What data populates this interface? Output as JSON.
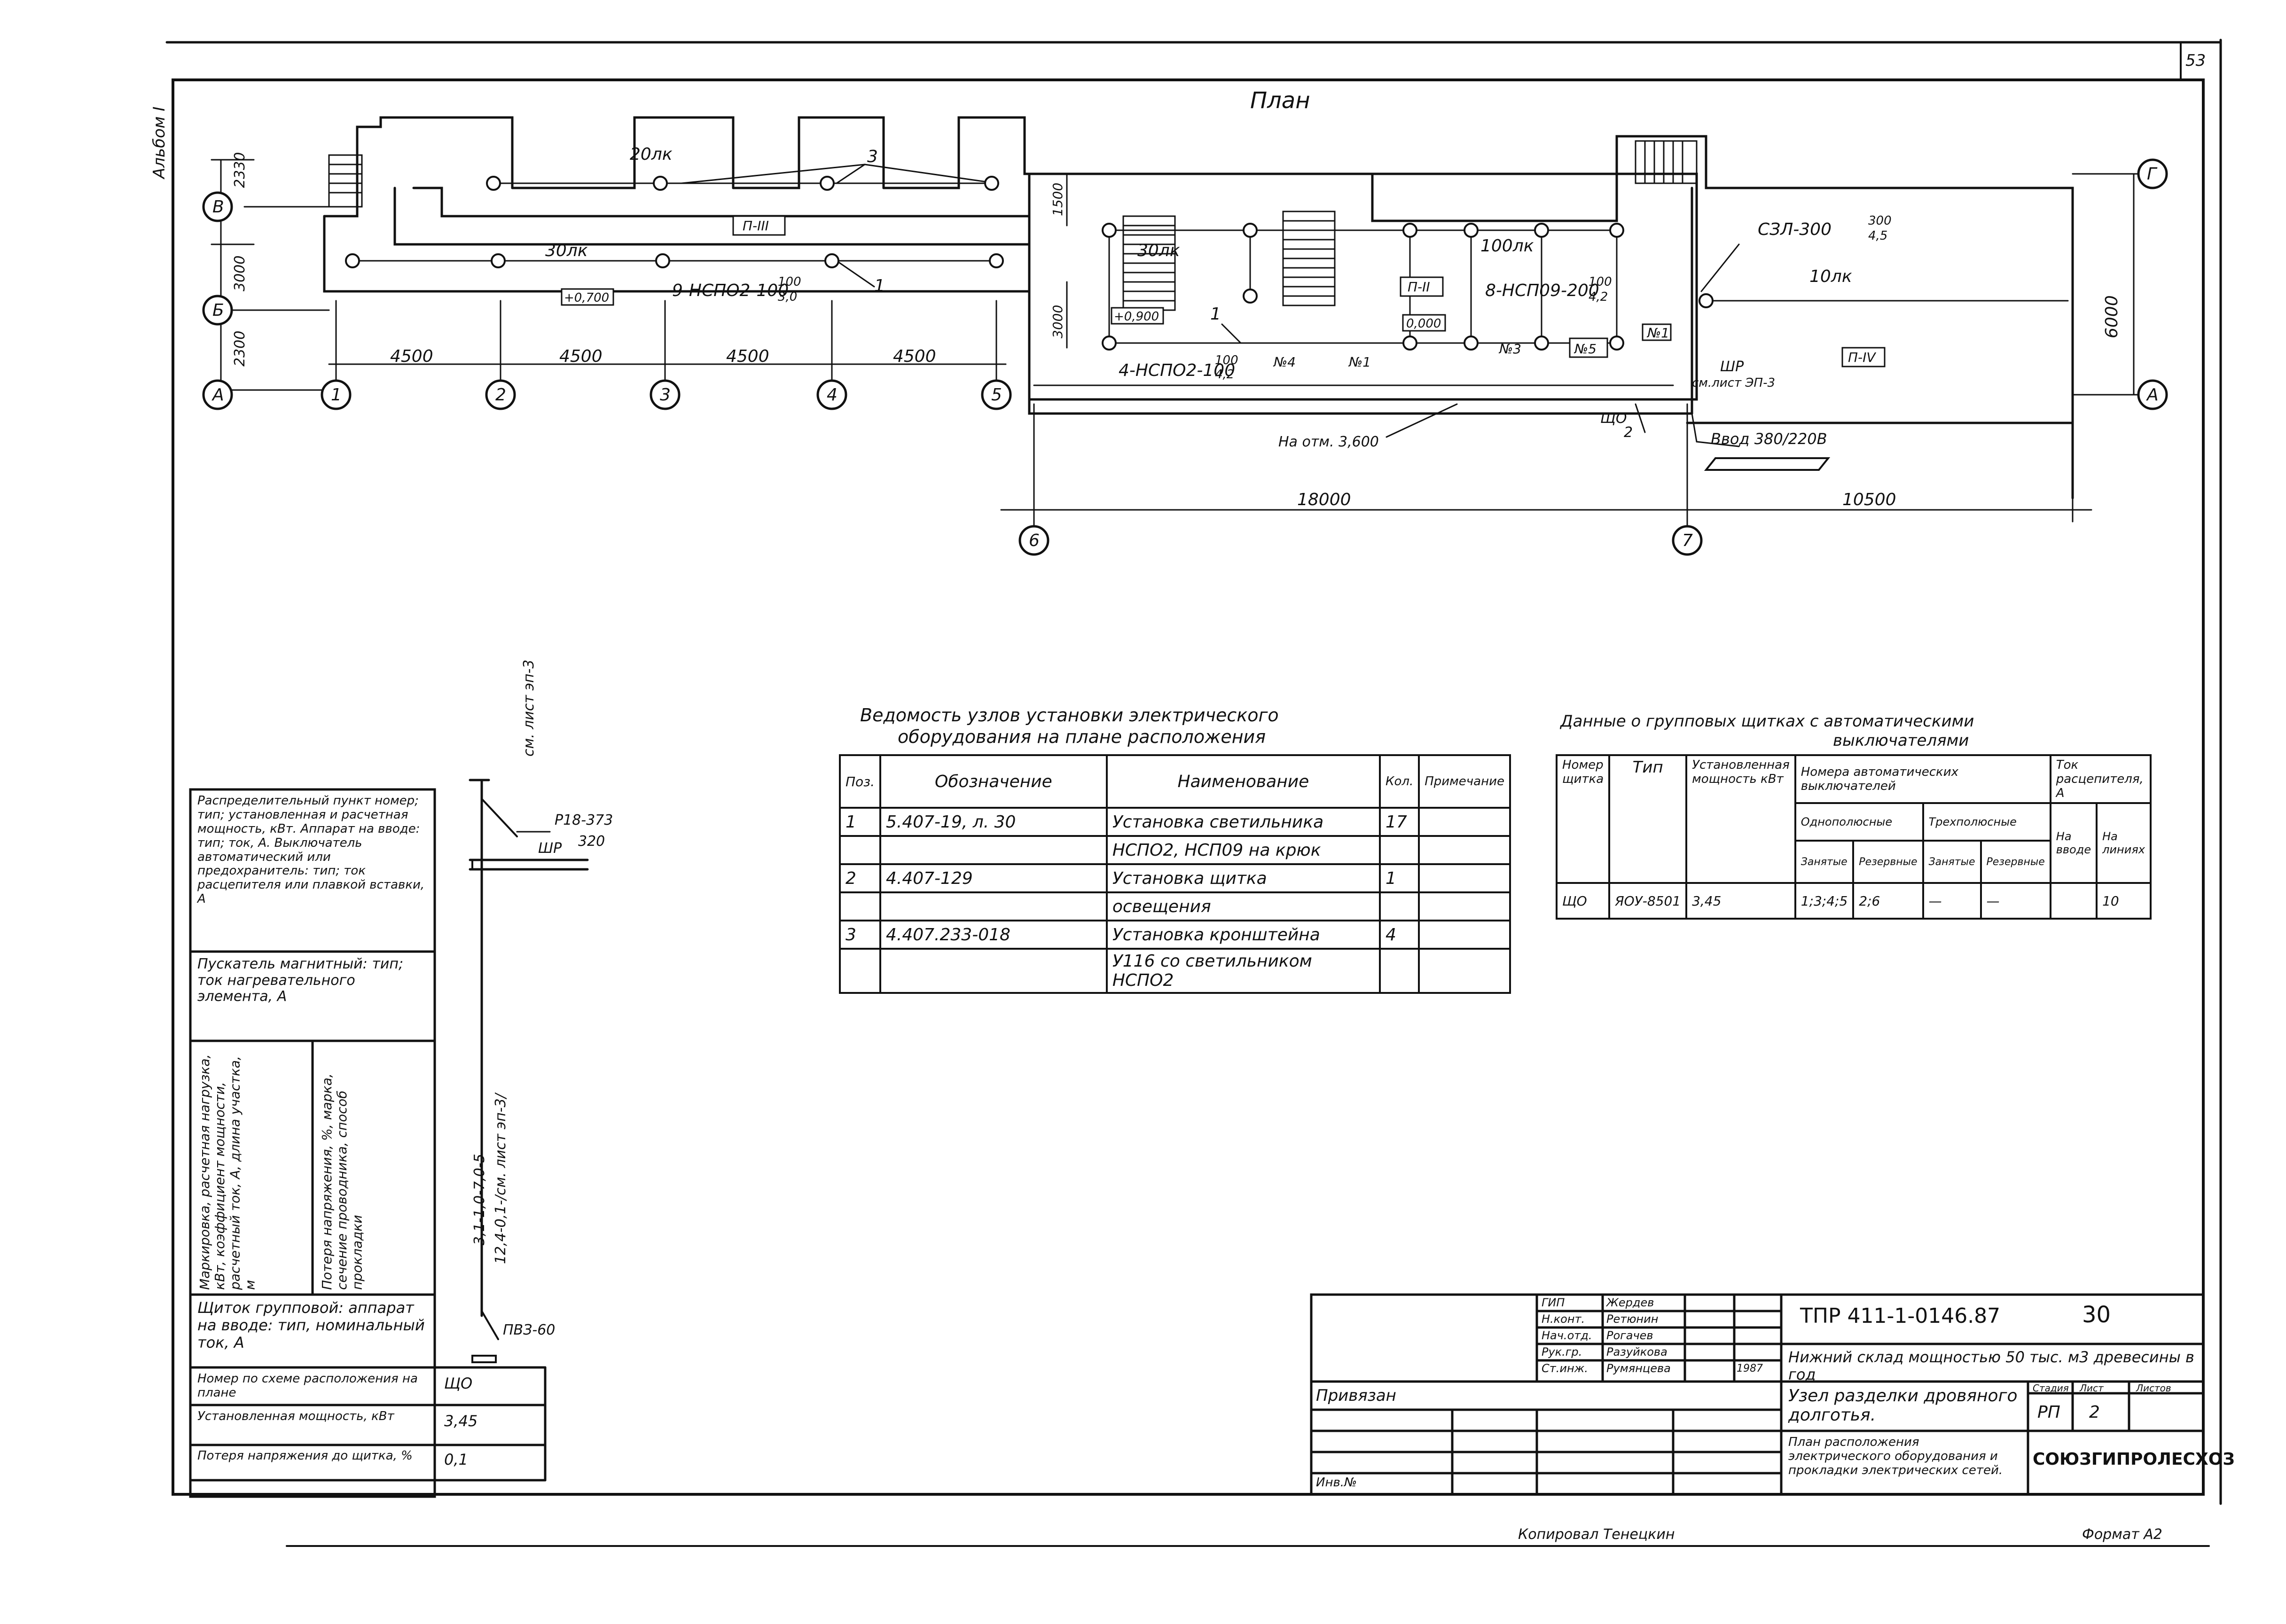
{
  "sheet": {
    "page_number": "53",
    "album": "Альбом I",
    "copied": "Копировал Тенецкин",
    "format": "Формат А2"
  },
  "plan": {
    "title": "План",
    "axes_rows": [
      "В",
      "Б",
      "А"
    ],
    "axes_cols": [
      "1",
      "2",
      "3",
      "4",
      "5",
      "6",
      "7"
    ],
    "axes_right": [
      "Г",
      "А"
    ],
    "dims_rows": [
      "2330",
      "3000",
      "2300"
    ],
    "dims_cols": [
      "4500",
      "4500",
      "4500",
      "4500"
    ],
    "dims_bottom": [
      "18000",
      "10500"
    ],
    "dims_right": "6000",
    "dims_mid": [
      "1500",
      "3000"
    ],
    "labels": {
      "lux20": "20лк",
      "lux30a": "30лк",
      "lux30b": "30лк",
      "lux100": "100лк",
      "lux10": "10лк",
      "room3": "П-III",
      "room2": "П-II",
      "room4": "П-IV",
      "mark0700": "+0,700",
      "mark0900": "+0,900",
      "mark0000": "0,000",
      "group9": "9-НСПО2-100",
      "group9_frac_top": "100",
      "group9_frac_bot": "3,0",
      "group8": "8-НСП09-200",
      "group8_frac_top": "100",
      "group8_frac_bot": "4,2",
      "group4": "4-НСПО2-100",
      "group4_frac_top": "100",
      "group4_frac_bot": "4,2",
      "csl": "СЗЛ-300",
      "csl_frac_top": "300",
      "csl_frac_bot": "4,5",
      "n1": "№1",
      "n1b": "№1",
      "n3": "№3",
      "n4": "№4",
      "n5": "№5",
      "callout3": "3",
      "callout1a": "1",
      "callout1b": "1",
      "callout2": "2",
      "shr": "ШР",
      "shr_ref": "см.лист ЭП-3",
      "shcho": "ЩО",
      "elev": "На отм. 3,600",
      "input": "Ввод 380/220В"
    }
  },
  "schematic": {
    "ref_top": "см. лист эп-3",
    "breaker": "Р18-373",
    "breaker_val": "320",
    "shr": "ШР",
    "cable_line1": "3,1-1,0-7,0-5",
    "cable_line2": "12,4-0,1-/см. лист эп-3/",
    "pvz": "ПВЗ-60",
    "legend": [
      "Распределительный пункт номер; тип; установленная и расчетная мощность, кВт. Аппарат на вводе: тип; ток, А. Выключатель автоматический или предохранитель: тип; ток расцепителя или плавкой вставки, А",
      "Пускатель магнитный: тип; ток нагревательного элемента, А",
      "Маркировка, расчетная нагрузка, кВт, коэффициент мощности, расчетный ток, А, длина участка, м",
      "Потеря напряжения, %, марка, сечение проводника, способ прокладки",
      "Щиток групповой: аппарат на вводе: тип, номинальный ток, А"
    ],
    "rows": [
      {
        "label": "Номер по схеме расположения на плане",
        "value": "ЩО"
      },
      {
        "label": "Установленная мощность, кВт",
        "value": "3,45"
      },
      {
        "label": "Потеря напряжения до щитка, %",
        "value": "0,1"
      }
    ]
  },
  "vedomost": {
    "title1": "Ведомость узлов установки электрического",
    "title2": "оборудования на плане расположения",
    "headers": [
      "Поз.",
      "Обозначение",
      "Наименование",
      "Кол.",
      "Примечание"
    ],
    "rows": [
      [
        "1",
        "5.407-19, л. 30",
        "Установка светильника",
        "17",
        ""
      ],
      [
        "",
        "",
        "НСПО2, НСП09 на крюк",
        "",
        ""
      ],
      [
        "2",
        "4.407-129",
        "Установка щитка",
        "1",
        ""
      ],
      [
        "",
        "",
        "освещения",
        "",
        ""
      ],
      [
        "3",
        "4.407.233-018",
        "Установка кронштейна",
        "4",
        ""
      ],
      [
        "",
        "",
        "У116 со светильником НСПО2",
        "",
        ""
      ]
    ]
  },
  "group_panels": {
    "title1": "Данные о групповых щитках с автоматическими",
    "title2": "выключателями",
    "headers": {
      "num": "Номер щитка",
      "type": "Тип",
      "power": "Установленная мощность кВт",
      "breakers": "Номера автоматических выключателей",
      "single": "Однополюсные",
      "triple": "Трехполюсные",
      "busy": "Занятые",
      "reserve": "Резервные",
      "current": "Ток расцепителя, А",
      "input": "На вводе",
      "groups": "На линиях"
    },
    "row": [
      "ЩО",
      "ЯОУ-8501",
      "3,45",
      "1;3;4;5",
      "2;6",
      "—",
      "—",
      "",
      "10"
    ]
  },
  "title_block": {
    "code": "ТПР 411-1-0146.87",
    "sheet_no": "30",
    "object": "Нижний склад мощностью 50 тыс. м3 древесины в год",
    "node": "Узел разделки дровяного долготья.",
    "drawing": "План расположения электрического оборудования и прокладки электрических сетей.",
    "stage_h": "Стадия",
    "list_h": "Лист",
    "lists_h": "Листов",
    "stage": "РП",
    "list": "2",
    "org": "СОЮЗГИПРОЛЕСХОЗ",
    "privyazan": "Привязан",
    "inv": "Инв.№",
    "year": "1987",
    "staff": [
      [
        "ГИП",
        "Жердев"
      ],
      [
        "Н.конт.",
        "Ретюнин"
      ],
      [
        "Нач.отд.",
        "Рогачев"
      ],
      [
        "Рук.гр.",
        "Разуйкова"
      ],
      [
        "Ст.инж.",
        "Румянцева"
      ]
    ]
  }
}
